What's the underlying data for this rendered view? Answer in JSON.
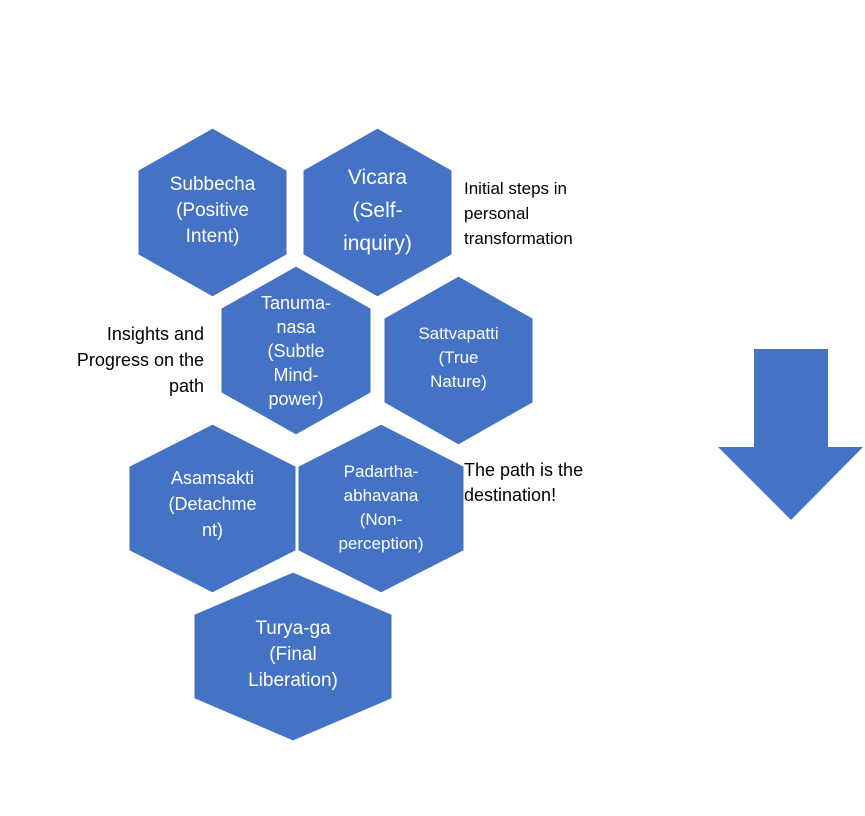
{
  "colors": {
    "hex_fill": "#4472C4",
    "hex_border": "#ffffff",
    "arrow_fill": "#4472C4",
    "note_text": "#000000",
    "hex_text": "#ffffff"
  },
  "hexagons": [
    {
      "id": "subbecha",
      "lines": [
        "Subbecha",
        "(Positive",
        "Intent)"
      ]
    },
    {
      "id": "vicara",
      "lines": [
        "Vicara",
        "(Self-",
        "inquiry)"
      ]
    },
    {
      "id": "tanumanasa",
      "lines": [
        "Tanuma-",
        "nasa",
        "(Subtle",
        "Mind-",
        "power)"
      ]
    },
    {
      "id": "sattvapatti",
      "lines": [
        "Sattvapatti",
        "(True",
        "Nature)"
      ]
    },
    {
      "id": "asamsakti",
      "lines": [
        "Asamsakti",
        "(Detachme",
        "nt)"
      ]
    },
    {
      "id": "padartha-abhavana",
      "lines": [
        "Padartha-",
        "abhavana",
        "(Non-",
        "perception)"
      ]
    },
    {
      "id": "turya-ga",
      "lines": [
        "Turya-ga",
        "(Final",
        "Liberation)"
      ]
    }
  ],
  "notes": [
    {
      "id": "initial-steps",
      "lines": [
        "Initial steps in",
        "personal",
        "transformation"
      ],
      "align": "left"
    },
    {
      "id": "insights-progress",
      "lines": [
        "Insights and",
        "Progress on the",
        "path"
      ],
      "align": "right"
    },
    {
      "id": "path-destination",
      "lines": [
        "The path is the",
        "destination!"
      ],
      "align": "left"
    }
  ],
  "arrow": {
    "direction": "down",
    "icon": "down-arrow-icon"
  }
}
